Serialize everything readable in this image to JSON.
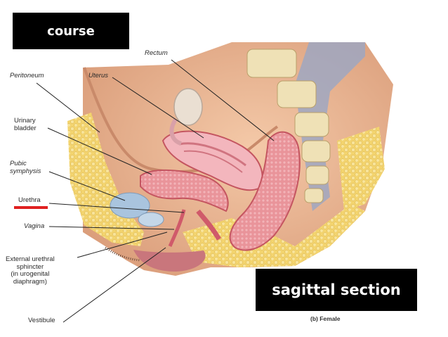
{
  "header": {
    "course_label": "course"
  },
  "footer": {
    "section_label": "sagittal section"
  },
  "figure_caption": "(b) Female",
  "highlight_color": "#e02020",
  "labels": {
    "rectum": "Rectum",
    "peritoneum": "Peritoneum",
    "uterus": "Uterus",
    "urinary_bladder": "Urinary\nbladder",
    "pubic_symphysis": "Pubic\nsymphysis",
    "urethra": "Urethra",
    "vagina": "Vagina",
    "external_urethral_sphincter": "External urethral\nsphincter\n(in urogenital\ndiaphragm)",
    "vestibule": "Vestibule"
  }
}
